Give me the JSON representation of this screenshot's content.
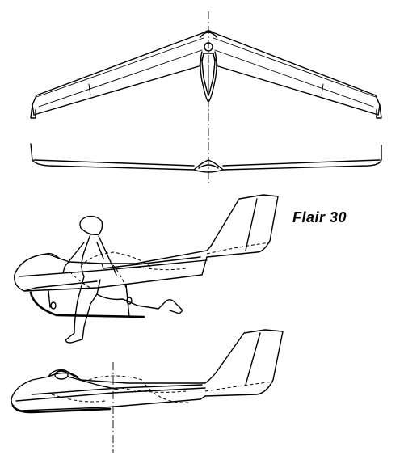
{
  "drawing": {
    "title": "Flair 30",
    "views": [
      "top-view",
      "front-view",
      "side-view-with-pilot-launching",
      "side-view-prone-flight"
    ],
    "line_color": "#000000",
    "background_color": "#ffffff"
  }
}
